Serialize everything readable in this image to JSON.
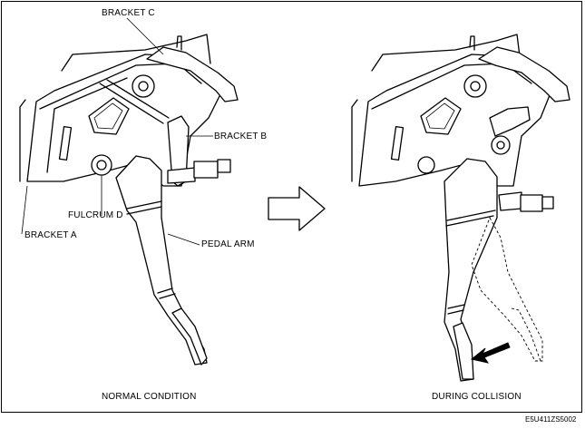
{
  "labels": {
    "bracket_c": "BRACKET C",
    "bracket_b": "BRACKET B",
    "fulcrum_d": "FULCRUM D",
    "bracket_a": "BRACKET A",
    "pedal_arm": "PEDAL ARM",
    "normal_condition": "NORMAL CONDITION",
    "during_collision": "DURING COLLISION"
  },
  "figure_code": "E5U411ZS5002"
}
